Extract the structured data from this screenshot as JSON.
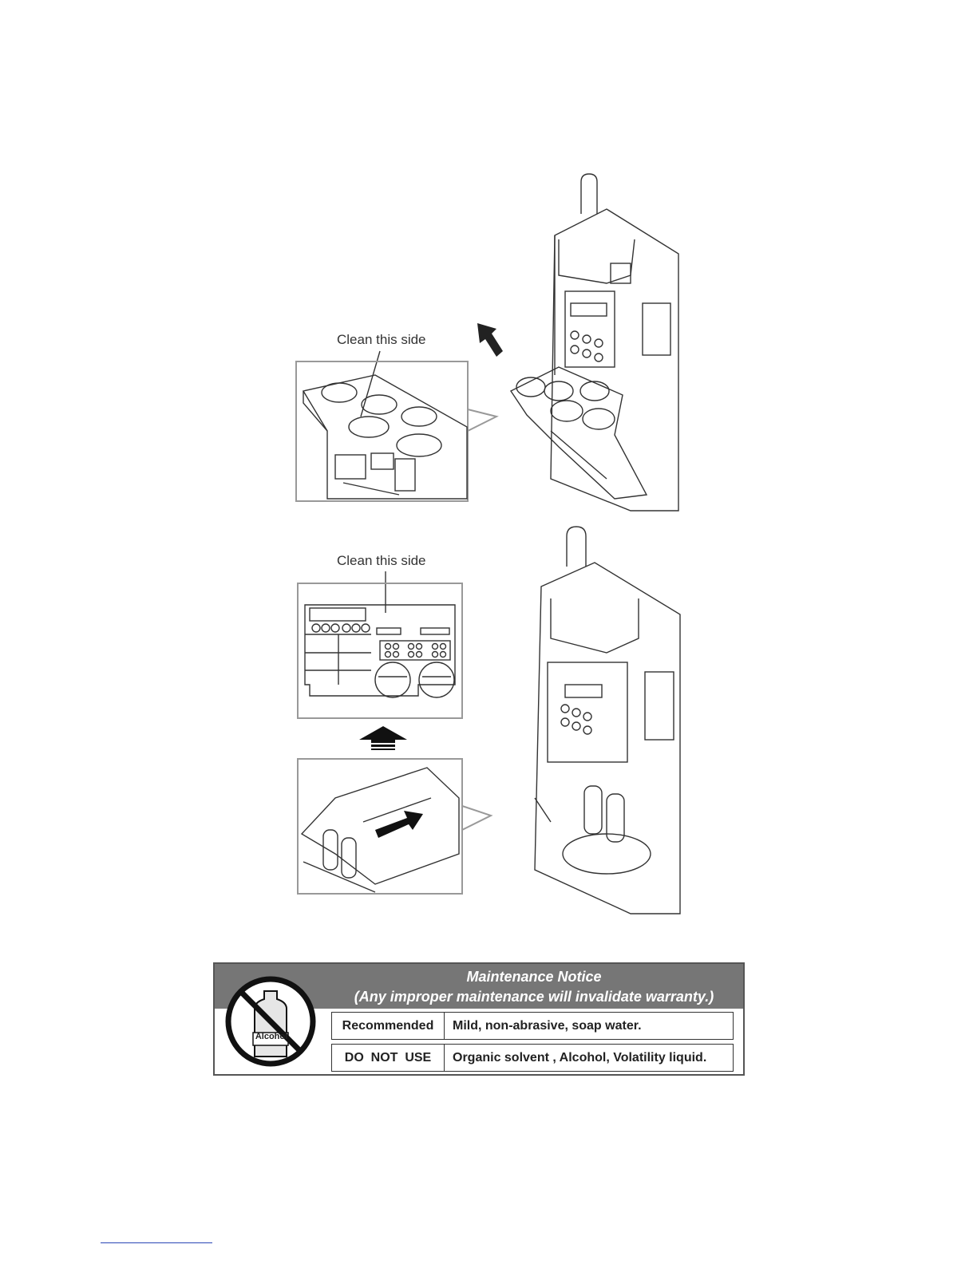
{
  "figure1": {
    "callout": "Clean this side"
  },
  "figure2": {
    "callout": "Clean this side"
  },
  "notice": {
    "title": "Maintenance Notice",
    "subtitle": "(Any improper maintenance will invalidate warranty.)",
    "icon_label": "Alcohol",
    "rows": [
      {
        "label": "Recommended",
        "value": "Mild, non-abrasive, soap water."
      },
      {
        "label": "DO  NOT  USE",
        "value": "Organic solvent , Alcohol, Volatility liquid."
      }
    ]
  },
  "colors": {
    "notice_header": "#767676",
    "footer_link": "#2a46b5"
  }
}
